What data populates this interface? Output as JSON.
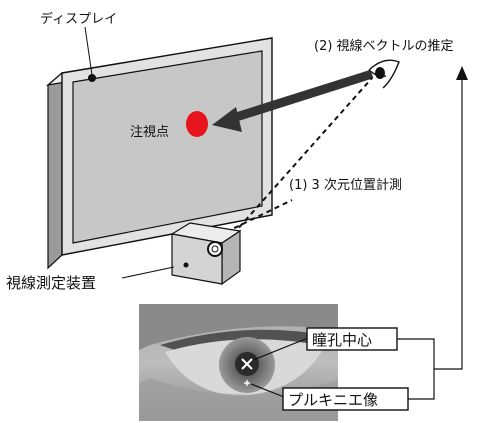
{
  "labels": {
    "display": "ディスプレイ",
    "gaze_point": "注視点",
    "gaze_vector_estimation": "(2) 視線ベクトルの推定",
    "position_measurement": "(1) 3 次元位置計測",
    "gaze_measurement_device": "視線測定装置",
    "pupil_center": "瞳孔中心",
    "purkinje_image": "プルキニエ像"
  },
  "colors": {
    "gaze_point": "#e8141c",
    "arrow": "#333333",
    "screen": "#c7c7c7",
    "frame": "#e2e2e2",
    "device": "#d4d4d4"
  },
  "icons": {
    "eye": "eye-icon",
    "camera_lens": "camera-lens-icon",
    "pupil_marker": "x-marker-icon"
  }
}
